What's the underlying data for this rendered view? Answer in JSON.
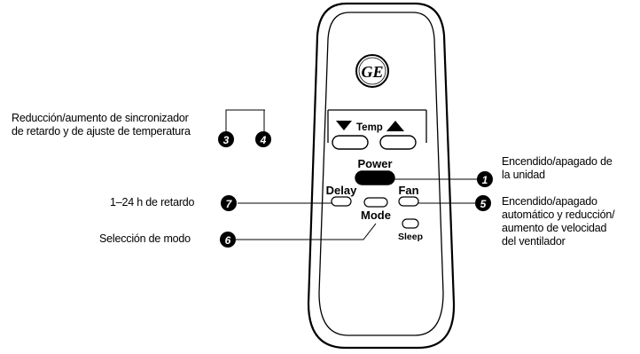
{
  "remote": {
    "logo": "GE",
    "buttons": {
      "temp_label": "Temp",
      "power_label": "Power",
      "delay_label": "Delay",
      "fan_label": "Fan",
      "mode_label": "Mode",
      "sleep_label": "Sleep"
    }
  },
  "callouts": [
    {
      "number": "3",
      "description": ""
    },
    {
      "number": "4",
      "description": ""
    },
    {
      "number": "1",
      "description": ""
    },
    {
      "number": "7",
      "description": ""
    },
    {
      "number": "5",
      "description": ""
    },
    {
      "number": "6",
      "description": ""
    }
  ],
  "labels": {
    "temp_line1": "Reducción/aumento de sincronizador",
    "temp_line2": "de retardo y de ajuste de temperatura",
    "power_line1": "Encendido/apagado de",
    "power_line2": "la unidad",
    "delay": "1–24 h de retardo",
    "fan_line1": "Encendido/apagado",
    "fan_line2": "automático y reducción/",
    "fan_line3": "aumento de velocidad",
    "fan_line4": "del ventilador",
    "mode": "Selección de modo"
  }
}
